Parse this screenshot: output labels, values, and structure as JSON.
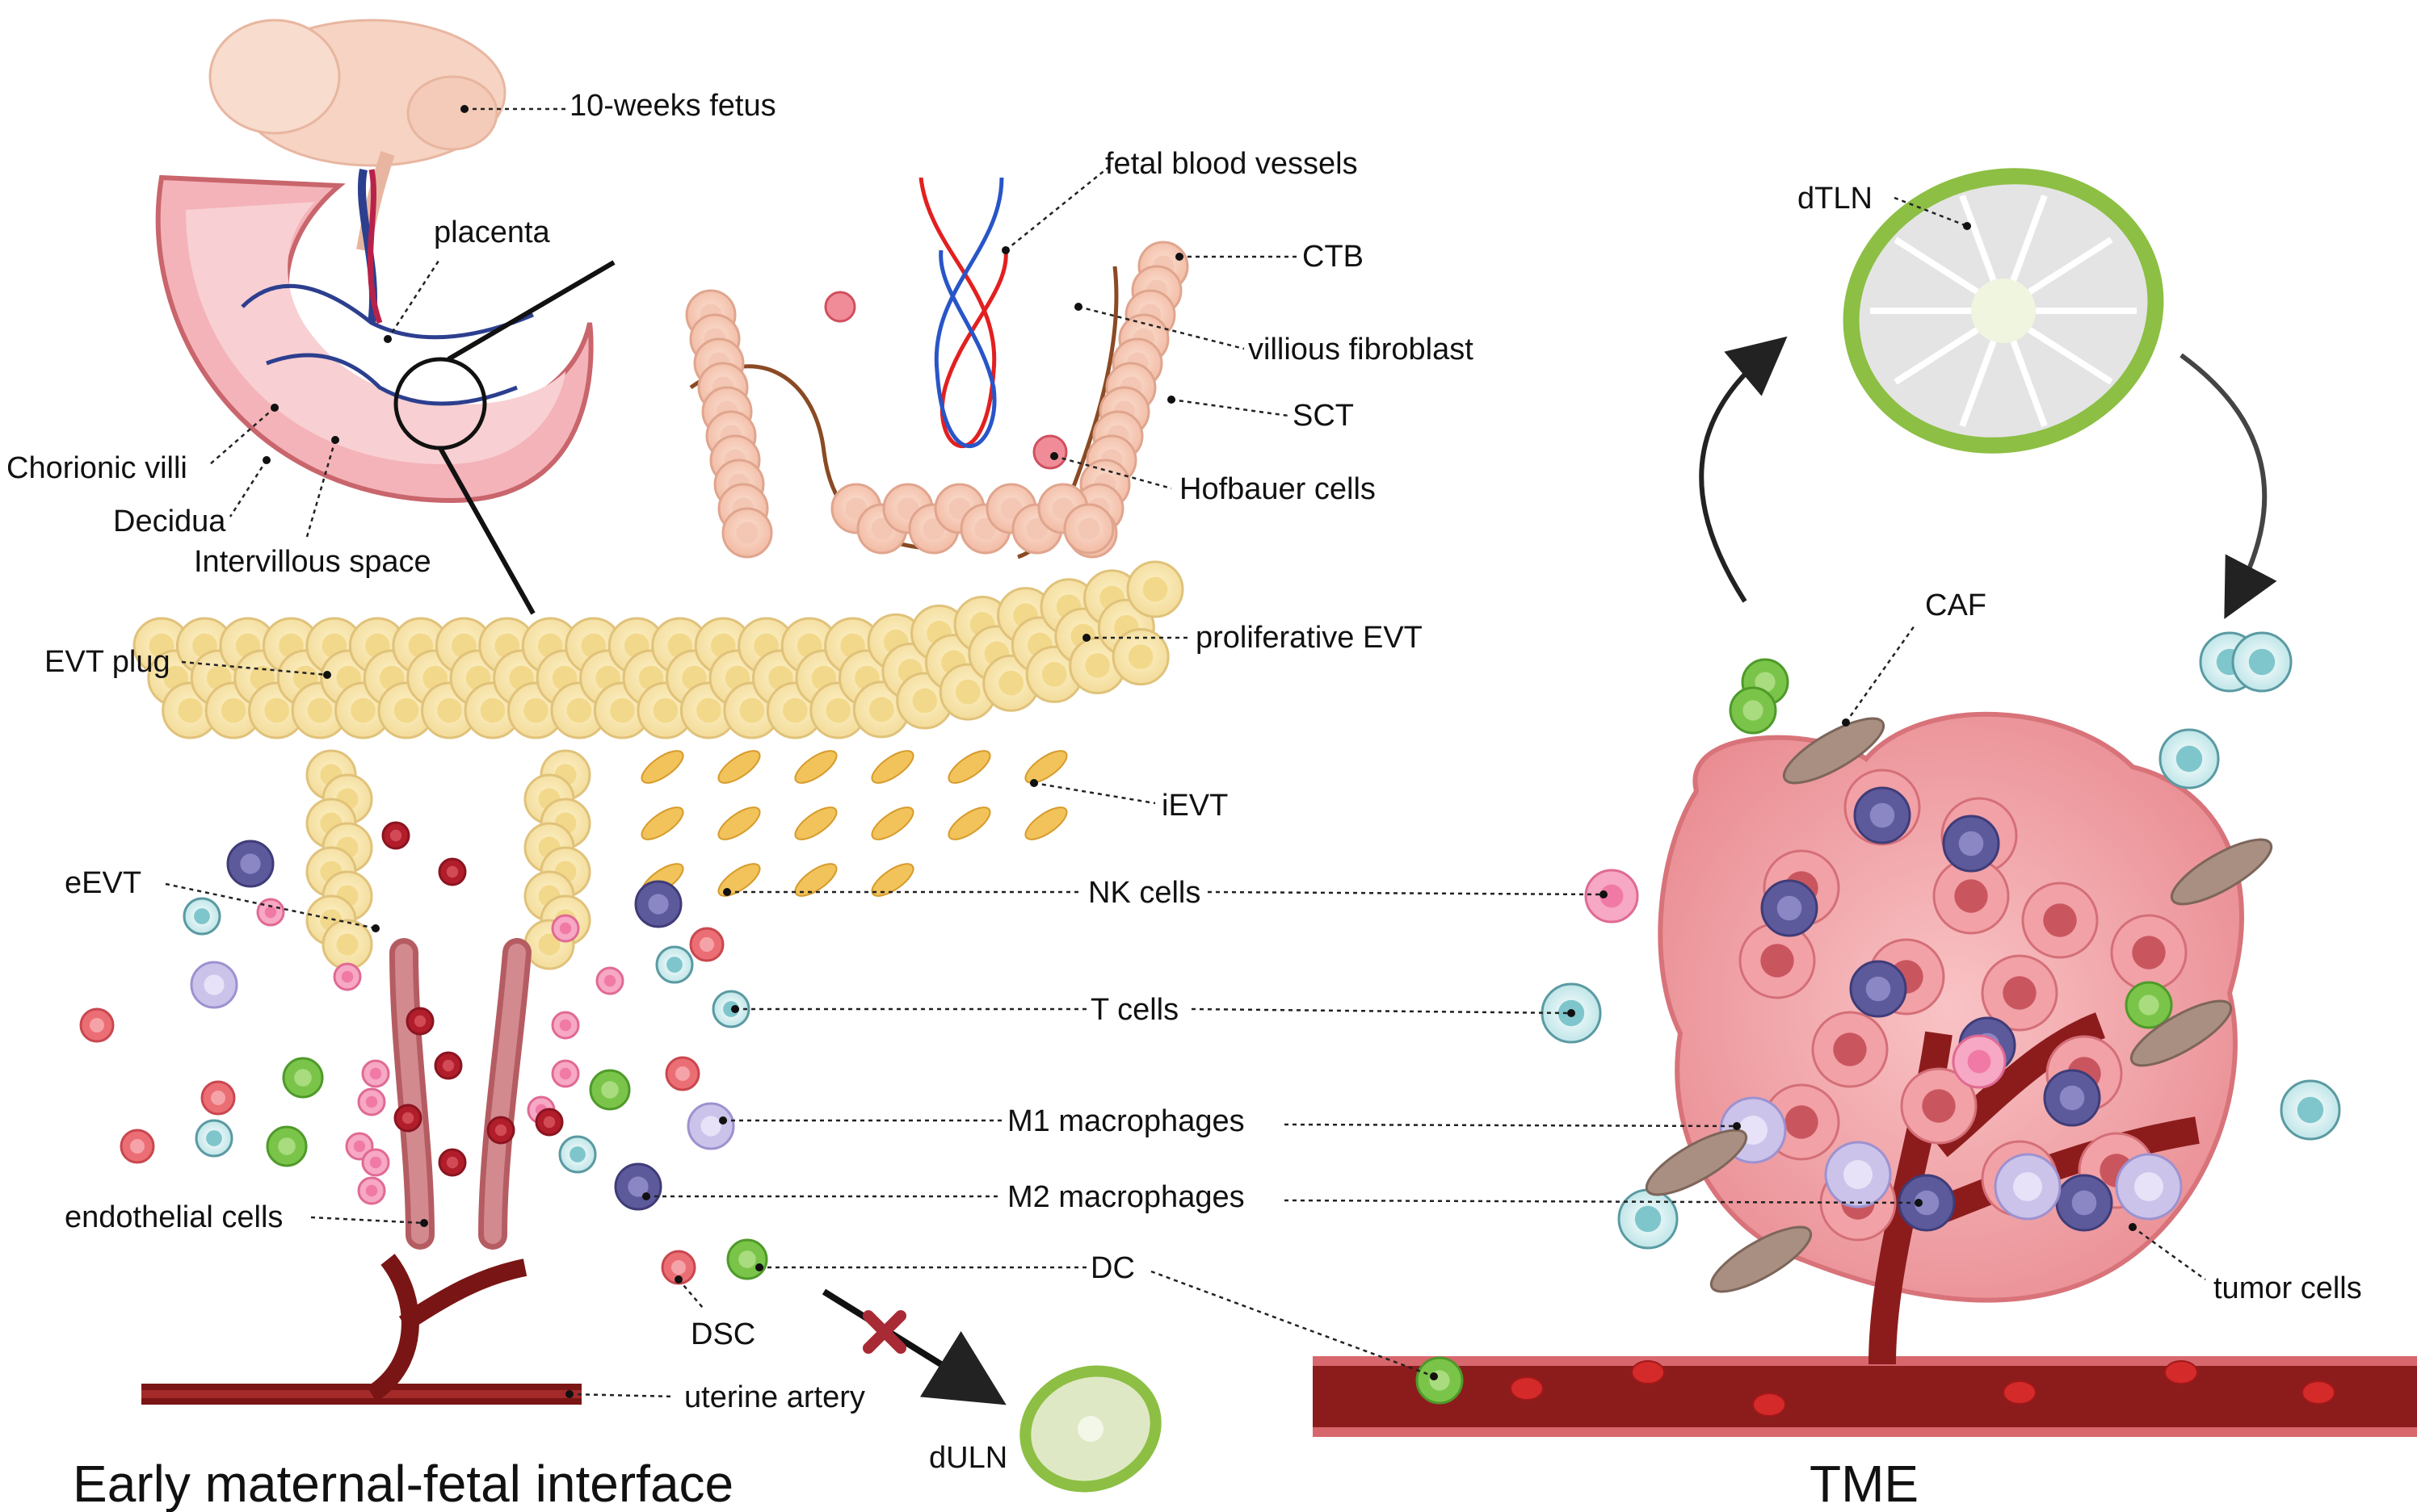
{
  "titles": {
    "left": "Early maternal-fetal interface",
    "right": "TME"
  },
  "labels": {
    "fetus": "10-weeks fetus",
    "placenta": "placenta",
    "chorionic_villi": "Chorionic villi",
    "decidua": "Decidua",
    "intervillous_space": "Intervillous space",
    "fetal_blood_vessels": "fetal blood vessels",
    "ctb": "CTB",
    "villious_fibroblast": "villious fibroblast",
    "sct": "SCT",
    "hofbauer_cells": "Hofbauer cells",
    "proliferative_evt": "proliferative EVT",
    "evt_plug": "EVT plug",
    "ievt": "iEVT",
    "eevt": "eEVT",
    "nk_cells": "NK cells",
    "t_cells": "T cells",
    "m1_macrophages": "M1 macrophages",
    "m2_macrophages": "M2 macrophages",
    "dc": "DC",
    "endothelial_cells": "endothelial cells",
    "dsc": "DSC",
    "uterine_artery": "uterine artery",
    "duln": "dULN",
    "dtln": "dTLN",
    "caf": "CAF",
    "tumor_cells": "tumor cells"
  },
  "colors": {
    "evt_cell": "#f8e7b5",
    "evt_nucleus": "#f2d88a",
    "ctb_cell": "#f6c9b4",
    "artery": "#8c1c1c",
    "tumor": "#f3a3a7",
    "nk": "#f07aa5",
    "t_cell": "#c9ecee",
    "m1": "#cbc3ea",
    "m2": "#5d5a9c",
    "dc": "#7bc44a",
    "lymph_node": "#8cbf43",
    "caf": "#a98e82",
    "fetal_artery_red": "#e22020",
    "fetal_vein_blue": "#2855c8"
  }
}
